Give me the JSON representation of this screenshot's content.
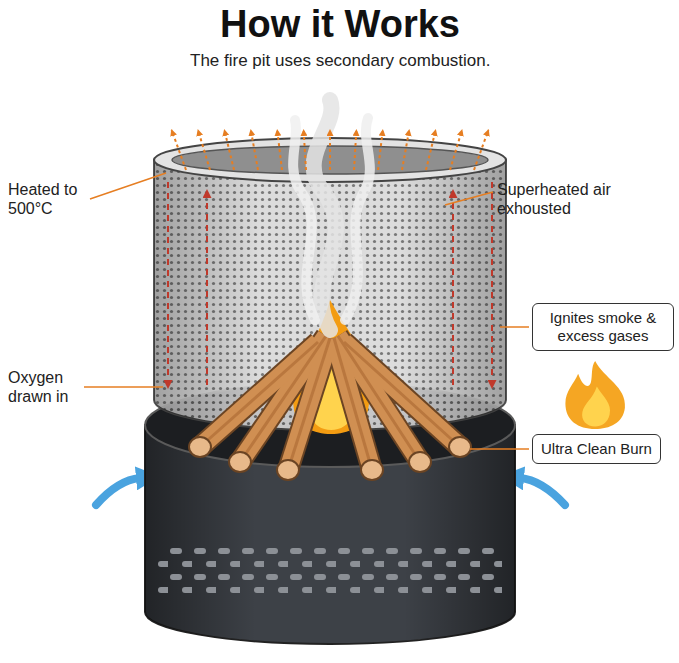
{
  "diagram": {
    "title": "How it Works",
    "nodes": [
      {
        "text": [
          "Ignites smoke & excess gases"
        ]
      },
      {
        "text": [
          "Ultra Clean Burn"
        ]
      }
    ],
    "labels": [
      "The fire pit uses secondary combustion.",
      "Heated to 500°C",
      "Superheated air exhousted",
      "Oxygen drawn in"
    ]
  }
}
